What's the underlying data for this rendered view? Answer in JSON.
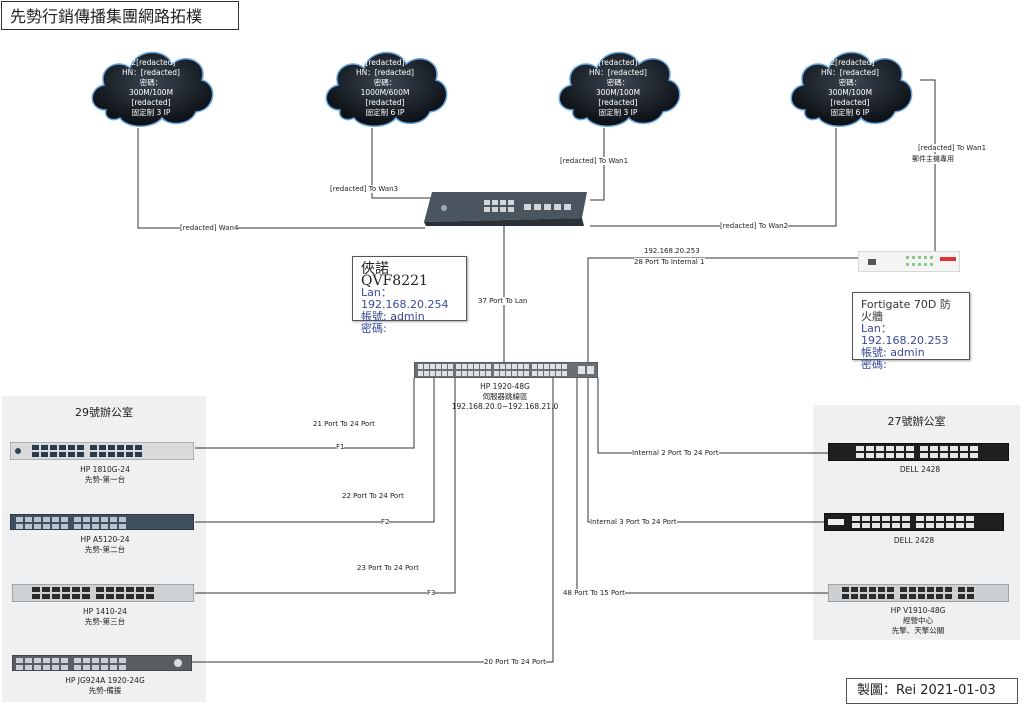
{
  "title": "先勢行銷傳播集團網路拓樸",
  "signature": "製圖：Rei 2021-01-03",
  "clouds": [
    {
      "id": "cloud-1",
      "lines": [
        "22[redacted]",
        "HN：[redacted]",
        "密碼：",
        "300M/100M",
        "[redacted]",
        "固定制 3 IP"
      ]
    },
    {
      "id": "cloud-2",
      "lines": [
        "[redacted]",
        "HN：[redacted]",
        "密碼：",
        "1000M/600M",
        "[redacted]",
        "固定制 6 IP"
      ]
    },
    {
      "id": "cloud-3",
      "lines": [
        "[redacted]",
        "HN：[redacted]",
        "密碼：",
        "300M/100M",
        "[redacted]",
        "固定制 3 IP"
      ]
    },
    {
      "id": "cloud-4",
      "lines": [
        "22[redacted]",
        "HN：[redacted]",
        "密碼：",
        "300M/100M",
        "[redacted]",
        "固定制 6 IP"
      ]
    }
  ],
  "wan_links": {
    "wan4": "[redacted] Wan4",
    "wan3": "[redacted] To Wan3",
    "wan1": "[redacted] To Wan1",
    "wan2": "[redacted] To Wan2",
    "mail_wan1": "[redacted] To Wan1",
    "mail_note": "郵件主機專用"
  },
  "router": {
    "name": "俠諾 QVF8221",
    "lan": "Lan：192.168.20.254",
    "account": "帳號: admin",
    "password": "密碼:"
  },
  "firewall": {
    "name": "Fortigate 70D 防火牆",
    "lan": "Lan：192.168.20.253",
    "account": "帳號: admin",
    "password": "密碼:"
  },
  "core_switch": {
    "model": "HP 1920-48G",
    "role": "伺服器跳線區",
    "range": "192.168.20.0~192.168.21.0"
  },
  "links": {
    "port37": "37 Port To Lan",
    "fw_ip": "192.168.20.253",
    "port28": "28 Port To Internal 1",
    "p21": "21 Port To 24 Port",
    "p22": "22 Port To 24 Port",
    "p23": "23 Port To 24 Port",
    "p20": "20 Port To 24 Port",
    "p48": "48 Port To 15 Port",
    "internal2": "Internal 2 Port To 24 Port",
    "internal3": "Internal 3 Port To 24 Port",
    "f1": "F1",
    "f2": "F2",
    "f3": "F3"
  },
  "room29": {
    "title": "29號辦公室",
    "devices": [
      {
        "model": "HP 1810G-24",
        "note": "先勢-第一台"
      },
      {
        "model": "HP A5120-24",
        "note": "先勢-第二台"
      },
      {
        "model": "HP 1410-24",
        "note": "先勢-第三台"
      },
      {
        "model": "HP JG924A 1920-24G",
        "note": "先勢-備援"
      }
    ]
  },
  "room27": {
    "title": "27號辦公室",
    "devices": [
      {
        "model": "DELL 2428",
        "note": ""
      },
      {
        "model": "DELL 2428",
        "note": ""
      },
      {
        "model": "HP V1910-48G",
        "note": "經營中心",
        "note2": "先擎、天擎公關"
      }
    ]
  }
}
